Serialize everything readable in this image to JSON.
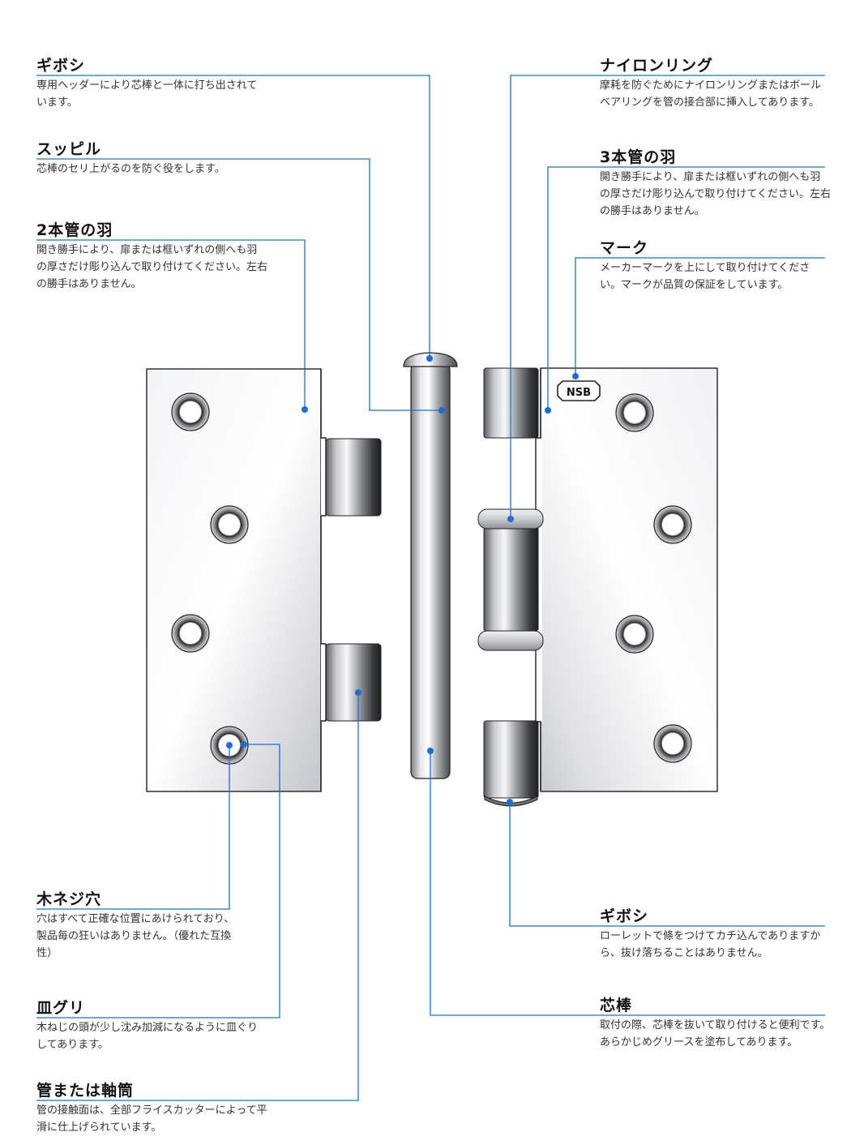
{
  "colors": {
    "leader_line": "#1a6fd6",
    "leader_dot": "#1a6fd6",
    "steel_light": "#f4f5f7",
    "steel_mid": "#c9cbd0",
    "steel_dark": "#2e3035"
  },
  "hinge": {
    "mark_text": "NSB"
  },
  "callouts": {
    "gibosi_top": {
      "title": "ギボシ",
      "desc": "専用ヘッダーにより芯棒と一体に打ち出されています。"
    },
    "suppiru": {
      "title": "スッピル",
      "desc": "芯棒のセリ上がるのを防ぐ役をします。"
    },
    "two_knuckle_leaf": {
      "title": "2本管の羽",
      "desc": "開き勝手により、扉または框いずれの側へも羽の厚さだけ彫り込んで取り付けてください。左右の勝手はありません。"
    },
    "nylon_ring": {
      "title": "ナイロンリング",
      "desc": "摩耗を防ぐためにナイロンリングまたはボールベアリングを管の接合部に挿入してあります。"
    },
    "three_knuckle_leaf": {
      "title": "3本管の羽",
      "desc": "開き勝手により、扉または框いずれの側へも羽の厚さだけ彫り込んで取り付けてください。左右の勝手はありません。"
    },
    "mark": {
      "title": "マーク",
      "desc": "メーカーマークを上にして取り付けてください。マークが品質の保証をしています。"
    },
    "screw_hole": {
      "title": "木ネジ穴",
      "desc": "穴はすべて正確な位置にあけられており、製品毎の狂いはありません。（優れた互換性）"
    },
    "countersink": {
      "title": "皿グリ",
      "desc": "木ねじの頭が少し沈み加減になるように皿ぐりしてあります。"
    },
    "knuckle": {
      "title": "管または軸筒",
      "desc": "管の接触面は、全部フライスカッターによって平滑に仕上げられています。"
    },
    "gibosi_bottom": {
      "title": "ギボシ",
      "desc": "ローレットで條をつけてカチ込んでありますから、抜け落ちることはありません。"
    },
    "pin": {
      "title": "芯棒",
      "desc": "取付の際、芯棒を抜いて取り付けると便利です。あらかじめグリースを塗布してあります。"
    }
  }
}
